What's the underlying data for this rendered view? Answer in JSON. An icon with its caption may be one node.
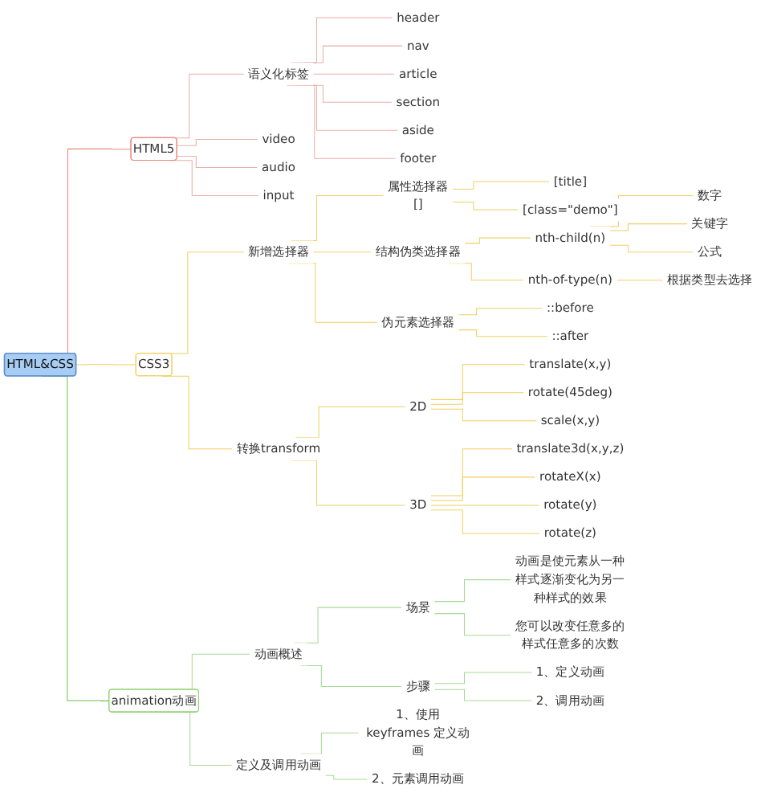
{
  "diagram": {
    "nodes": [
      {
        "text": [
          "HTML&CSS"
        ]
      },
      {
        "text": [
          "HTML5"
        ]
      },
      {
        "text": [
          "语义化标签"
        ]
      },
      {
        "text": [
          "header"
        ]
      },
      {
        "text": [
          "nav"
        ]
      },
      {
        "text": [
          "article"
        ]
      },
      {
        "text": [
          "section"
        ]
      },
      {
        "text": [
          "aside"
        ]
      },
      {
        "text": [
          "footer"
        ]
      },
      {
        "text": [
          "video"
        ]
      },
      {
        "text": [
          "audio"
        ]
      },
      {
        "text": [
          "input"
        ]
      },
      {
        "text": [
          "CSS3"
        ]
      },
      {
        "text": [
          "新增选择器"
        ]
      },
      {
        "text": [
          "属性选择器",
          "[]"
        ]
      },
      {
        "text": [
          "[title]"
        ]
      },
      {
        "text": [
          "[class=\"demo\"]"
        ]
      },
      {
        "text": [
          "结构伪类选择器"
        ]
      },
      {
        "text": [
          "nth-child(n)"
        ]
      },
      {
        "text": [
          "数字"
        ]
      },
      {
        "text": [
          "关键字"
        ]
      },
      {
        "text": [
          "公式"
        ]
      },
      {
        "text": [
          "nth-of-type(n)"
        ]
      },
      {
        "text": [
          "根据类型去选择"
        ]
      },
      {
        "text": [
          "伪元素选择器"
        ]
      },
      {
        "text": [
          "::before"
        ]
      },
      {
        "text": [
          "::after"
        ]
      },
      {
        "text": [
          "转换transform"
        ]
      },
      {
        "text": [
          "2D"
        ]
      },
      {
        "text": [
          "translate(x,y)"
        ]
      },
      {
        "text": [
          "rotate(45deg)"
        ]
      },
      {
        "text": [
          "scale(x,y)"
        ]
      },
      {
        "text": [
          "3D"
        ]
      },
      {
        "text": [
          "translate3d(x,y,z)"
        ]
      },
      {
        "text": [
          "rotateX(x)"
        ]
      },
      {
        "text": [
          "rotate(y)"
        ]
      },
      {
        "text": [
          "rotate(z)"
        ]
      },
      {
        "text": [
          "animation动画"
        ]
      },
      {
        "text": [
          "动画概述"
        ]
      },
      {
        "text": [
          "场景"
        ]
      },
      {
        "text": [
          "动画是使元素从一种样式逐渐变化为另一种样式的效果"
        ]
      },
      {
        "text": [
          "您可以改变任意多的样式任意多的次数"
        ]
      },
      {
        "text": [
          "步骤"
        ]
      },
      {
        "text": [
          "1、定义动画"
        ]
      },
      {
        "text": [
          "2、调用动画"
        ]
      },
      {
        "text": [
          "定义及调用动画"
        ]
      },
      {
        "text": [
          "1、使用keyframes 定义动画"
        ]
      },
      {
        "text": [
          "2、元素调用动画"
        ]
      }
    ],
    "edges": [
      {
        "from": 0,
        "to": 1,
        "arrow": "none",
        "color": "#e8877c"
      },
      {
        "from": 1,
        "to": 2,
        "arrow": "none",
        "color": "#e8b0aa"
      },
      {
        "from": 2,
        "to": 3,
        "arrow": "none",
        "color": "#e8b0aa"
      },
      {
        "from": 2,
        "to": 4,
        "arrow": "none",
        "color": "#e8b0aa"
      },
      {
        "from": 2,
        "to": 5,
        "arrow": "none",
        "color": "#e8b0aa"
      },
      {
        "from": 2,
        "to": 6,
        "arrow": "none",
        "color": "#e8b0aa"
      },
      {
        "from": 2,
        "to": 7,
        "arrow": "none",
        "color": "#e8b0aa"
      },
      {
        "from": 2,
        "to": 8,
        "arrow": "none",
        "color": "#e8b0aa"
      },
      {
        "from": 1,
        "to": 9,
        "arrow": "none",
        "color": "#e8b0aa"
      },
      {
        "from": 1,
        "to": 10,
        "arrow": "none",
        "color": "#e8b0aa"
      },
      {
        "from": 1,
        "to": 11,
        "arrow": "none",
        "color": "#e8b0aa"
      },
      {
        "from": 0,
        "to": 12,
        "arrow": "none"
      },
      {
        "from": 12,
        "to": 13,
        "arrow": "none"
      },
      {
        "from": 13,
        "to": 14,
        "arrow": "none"
      },
      {
        "from": 14,
        "to": 15,
        "arrow": "none"
      },
      {
        "from": 14,
        "to": 16,
        "arrow": "none"
      },
      {
        "from": 13,
        "to": 17,
        "arrow": "none"
      },
      {
        "from": 17,
        "to": 18,
        "arrow": "none"
      },
      {
        "from": 18,
        "to": 19,
        "arrow": "none"
      },
      {
        "from": 18,
        "to": 20,
        "arrow": "none"
      },
      {
        "from": 18,
        "to": 21,
        "arrow": "none"
      },
      {
        "from": 17,
        "to": 22,
        "arrow": "none"
      },
      {
        "from": 22,
        "to": 23,
        "arrow": "none"
      },
      {
        "from": 13,
        "to": 24,
        "arrow": "none"
      },
      {
        "from": 24,
        "to": 25,
        "arrow": "none"
      },
      {
        "from": 24,
        "to": 26,
        "arrow": "none"
      },
      {
        "from": 12,
        "to": 27,
        "arrow": "none"
      },
      {
        "from": 27,
        "to": 28,
        "arrow": "none"
      },
      {
        "from": 28,
        "to": 29,
        "arrow": "none"
      },
      {
        "from": 28,
        "to": 30,
        "arrow": "none"
      },
      {
        "from": 28,
        "to": 31,
        "arrow": "none"
      },
      {
        "from": 27,
        "to": 32,
        "arrow": "none"
      },
      {
        "from": 32,
        "to": 33,
        "arrow": "none"
      },
      {
        "from": 32,
        "to": 34,
        "arrow": "none"
      },
      {
        "from": 32,
        "to": 35,
        "arrow": "none"
      },
      {
        "from": 32,
        "to": 36,
        "arrow": "none"
      },
      {
        "from": 0,
        "to": 37,
        "arrow": "none",
        "color": "#6cc24a"
      },
      {
        "from": 37,
        "to": 38,
        "arrow": "none",
        "color": "#a8d996"
      },
      {
        "from": 38,
        "to": 39,
        "arrow": "none",
        "color": "#a8d996"
      },
      {
        "from": 39,
        "to": 40,
        "arrow": "none",
        "color": "#a8d996"
      },
      {
        "from": 39,
        "to": 41,
        "arrow": "none",
        "color": "#a8d996"
      },
      {
        "from": 38,
        "to": 42,
        "arrow": "none",
        "color": "#a8d996"
      },
      {
        "from": 42,
        "to": 43,
        "arrow": "none",
        "color": "#a8d996"
      },
      {
        "from": 42,
        "to": 44,
        "arrow": "none",
        "color": "#a8d996"
      },
      {
        "from": 37,
        "to": 45,
        "arrow": "none",
        "color": "#a8d996"
      },
      {
        "from": 45,
        "to": 46,
        "arrow": "none",
        "color": "#a8d996"
      },
      {
        "from": 45,
        "to": 47,
        "arrow": "none",
        "color": "#a8d996"
      }
    ]
  }
}
